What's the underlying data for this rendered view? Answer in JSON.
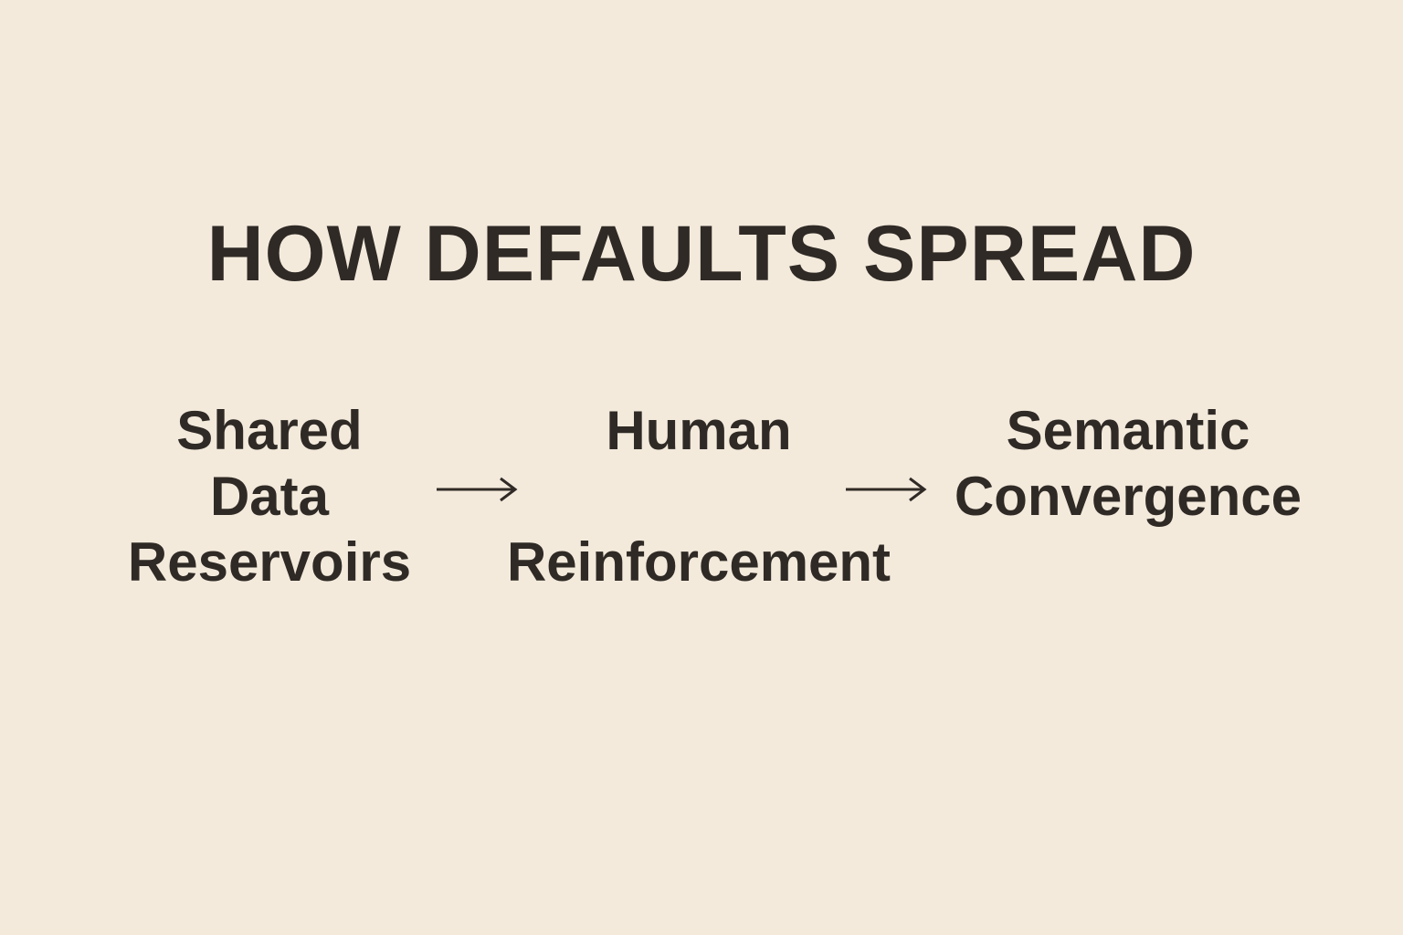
{
  "title": "HOW DEFAULTS SPREAD",
  "nodes": [
    {
      "lines": [
        "Shared",
        "Data",
        "Reservoirs"
      ]
    },
    {
      "lines": [
        "Human",
        "Reinforcement"
      ]
    },
    {
      "lines": [
        "Semantic",
        "Convergence"
      ]
    }
  ],
  "arrows": [
    "arrow-right-icon",
    "arrow-right-icon"
  ],
  "colors": {
    "background": "#f3eadc",
    "text": "#2f2a25"
  }
}
